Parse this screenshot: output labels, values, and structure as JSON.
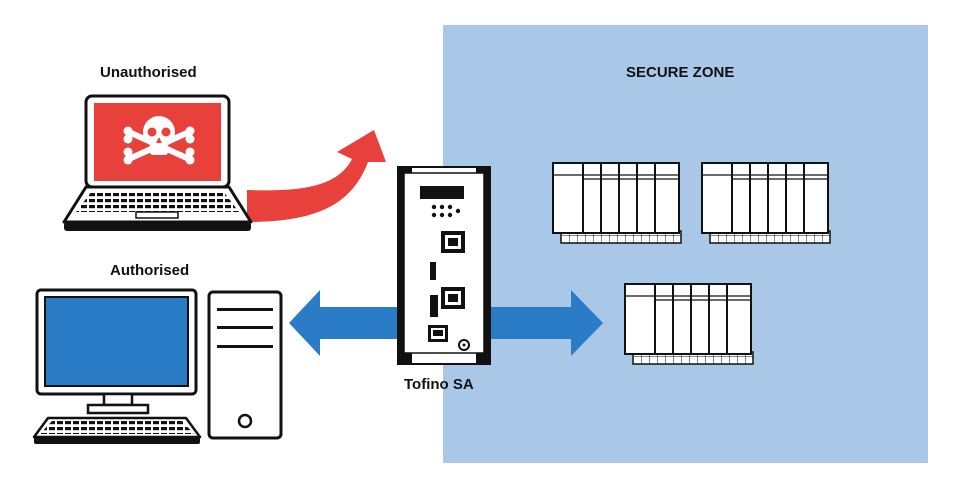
{
  "labels": {
    "unauthorised": "Unauthorised",
    "authorised": "Authorised",
    "secure_zone": "SECURE ZONE",
    "device": "Tofino SA"
  },
  "colors": {
    "secure_zone_bg": "#a9c8e8",
    "attack_arrow": "#e8403a",
    "allowed_arrow": "#2a7cc7",
    "laptop_screen": "#e8403a",
    "desktop_screen": "#2a7cc7",
    "outline": "#111111"
  },
  "icons": {
    "unauthorised_device": "laptop-skull-icon",
    "authorised_device": "desktop-computer-icon",
    "firewall": "tofino-firewall-icon",
    "controllers": "plc-rack-icon"
  }
}
